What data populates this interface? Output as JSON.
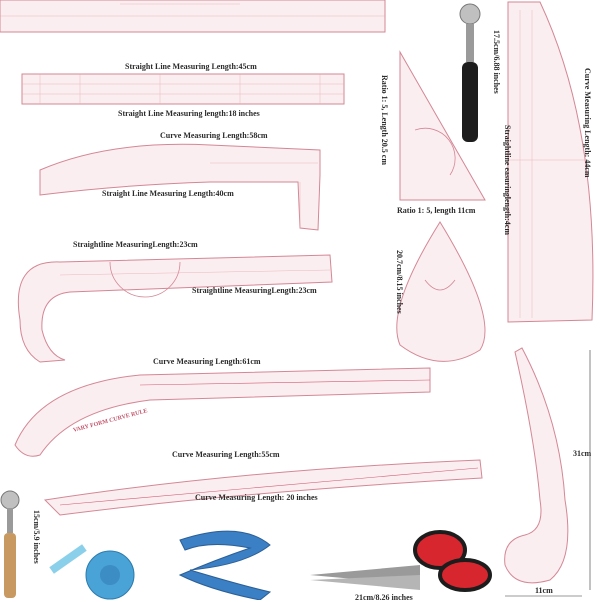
{
  "colors": {
    "ruler_fill": "#fbeef0",
    "ruler_edge": "#d48795",
    "ruler_tick": "#d45d74",
    "tape_blue": "#4aa3d6",
    "flex_ruler_blue": "#3b7fc4",
    "scissor_red": "#d8262f",
    "scissor_black": "#1d1d1d",
    "handle_wood": "#c89a62",
    "label_text": "#2b2b2b"
  },
  "labels": {
    "straight_45cm": "Straight Line Measuring Length:45cm",
    "straight_18in": "Straight Line Measuring length:18 inches",
    "curve_58cm": "Curve Measuring Length:58cm",
    "straight_40cm": "Straight Line Measuring Length:40cm",
    "straightline_23cm_top": "Straightline MeasuringLength:23cm",
    "straightline_23cm_bottom": "Straightline MeasuringLength:23cm",
    "curve_61cm": "Curve Measuring Length:61cm",
    "curve_55cm": "Curve Measuring Length:55cm",
    "curve_20in": "Curve Measuring Length: 20 inches",
    "ratio_length": "Ratio 1: 5, Length 20.5 cm",
    "ratio_11cm": "Ratio 1: 5, length 11cm",
    "wheel_top": "17.5cm/6.88 inches",
    "wheel_bottom": "15cm/5.9 inches",
    "curve_44cm": "Curve Measuring Length: 44cm",
    "straightline_right": "Straightline easuringlength:4cm",
    "teardrop": "20.7cm/8.15 inches",
    "dim_31cm": "31cm",
    "dim_11cm": "11cm",
    "scissors": "21cm/8.26 inches",
    "vary_form": "VARY FORM CURVE RULE"
  }
}
